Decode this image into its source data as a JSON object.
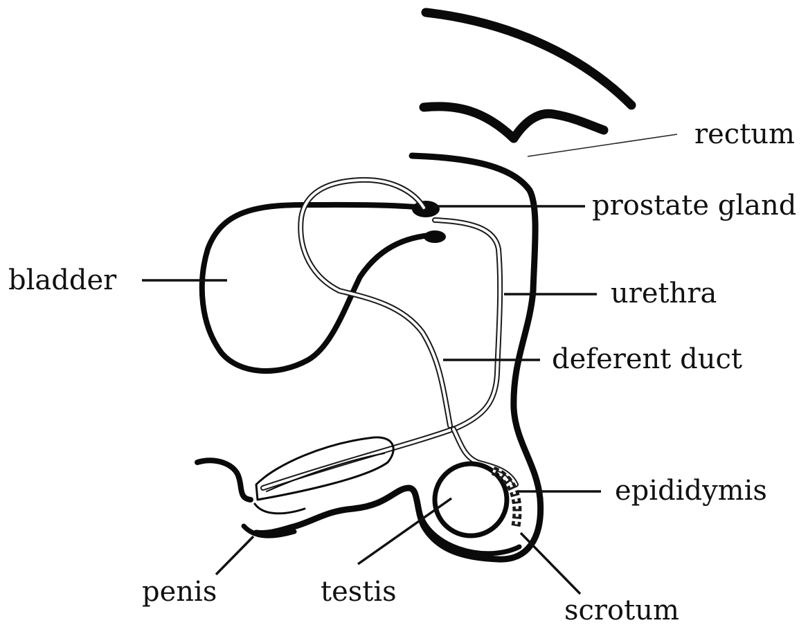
{
  "diagram": {
    "labels": {
      "rectum": "rectum",
      "prostate_gland": "prostate gland",
      "bladder": "bladder",
      "urethra": "urethra",
      "deferent_duct": "deferent duct",
      "epididymis": "epididymis",
      "penis": "penis",
      "testis": "testis",
      "scrotum": "scrotum"
    }
  }
}
